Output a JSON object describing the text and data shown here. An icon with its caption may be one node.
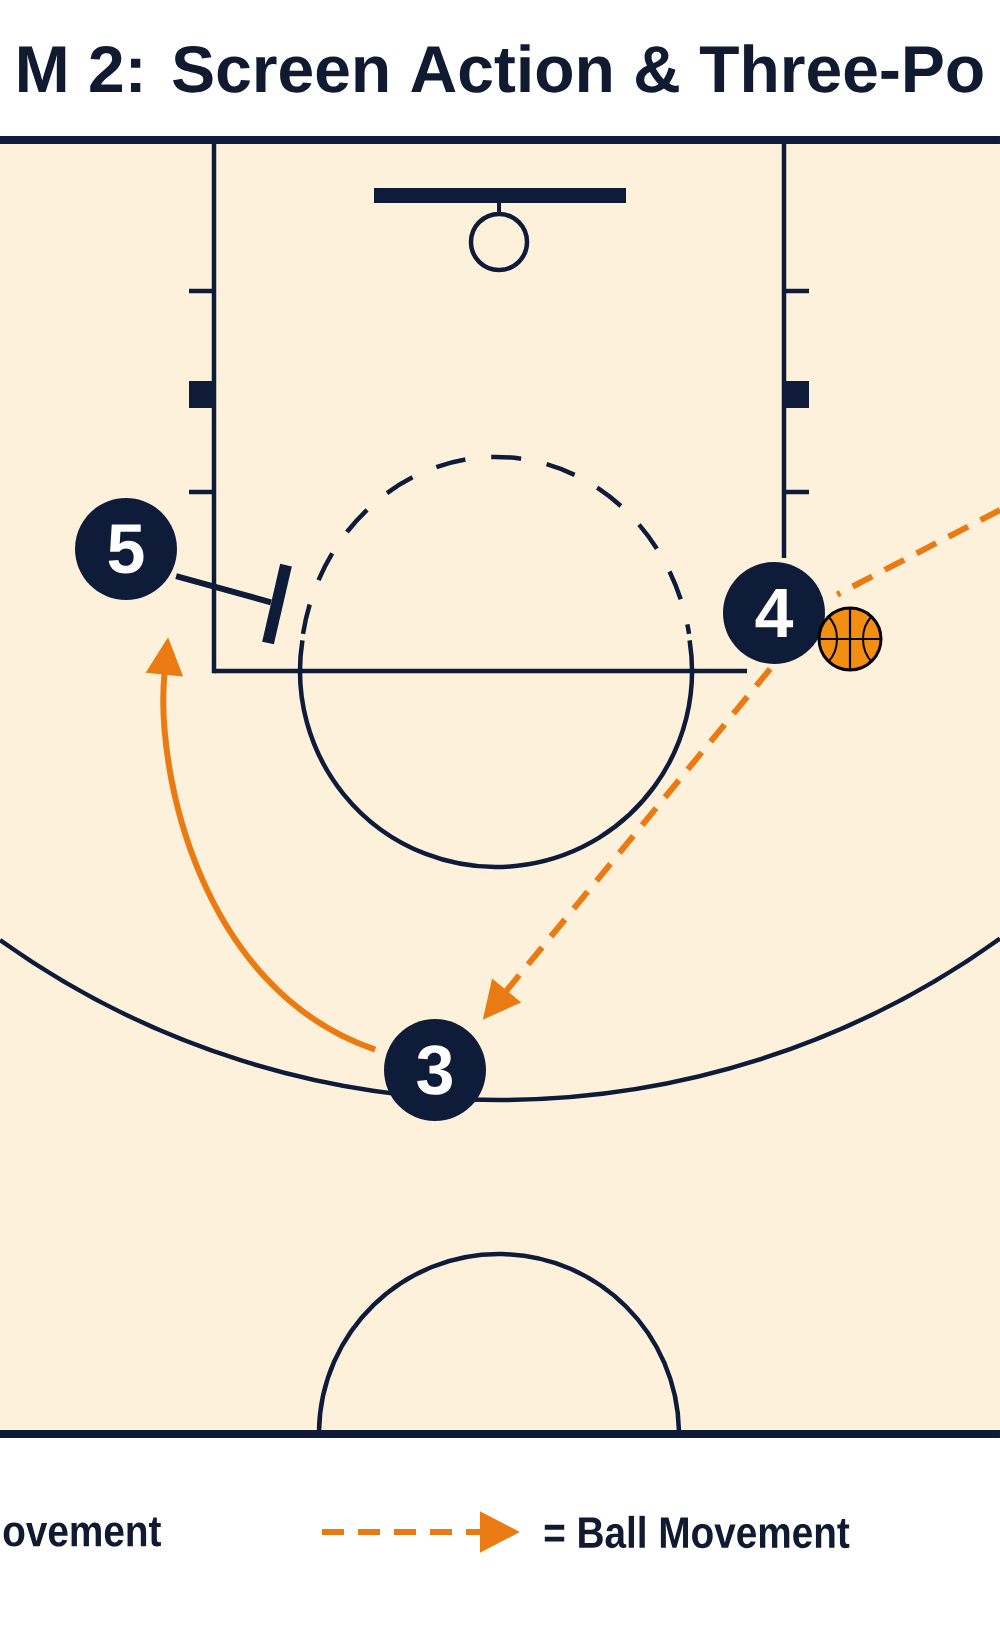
{
  "diagram": {
    "title": "M 2: Screen Action & Three-Po",
    "nodes": [
      {
        "text": [
          "5"
        ]
      },
      {
        "text": [],
        "shape": "bar"
      },
      {
        "text": [
          "4"
        ]
      },
      {
        "text": [
          "3"
        ]
      }
    ],
    "edges": [
      {
        "from": 0,
        "to": 1,
        "arrow": "none",
        "color": "#0e1c3a"
      },
      {
        "from": 3,
        "to": 0,
        "arrow": "to"
      },
      {
        "from": 2,
        "to": 3,
        "arrow": "to",
        "style": "dashed"
      },
      {
        "from": null,
        "to": 2,
        "arrow": "none",
        "style": "dashed"
      }
    ],
    "labels": [
      "ovement"
    ],
    "legend": [
      {
        "text": "= Ball Movement"
      }
    ]
  }
}
